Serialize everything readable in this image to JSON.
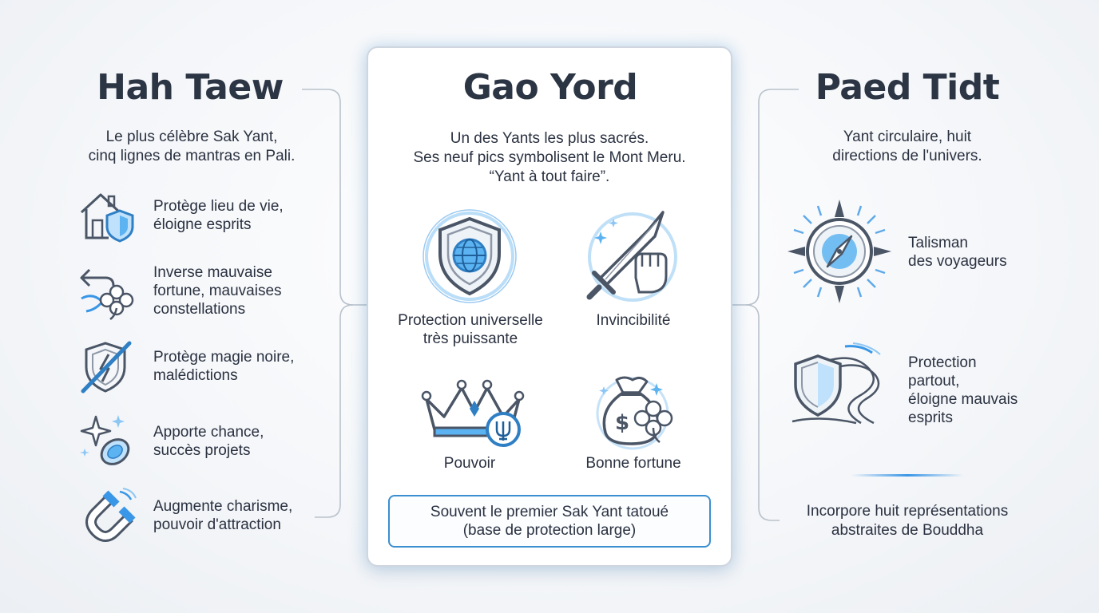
{
  "left": {
    "title": "Hah Taew",
    "subtitle_lines": [
      "Le plus célèbre Sak Yant,",
      "cinq lignes de mantras en Pali."
    ],
    "items": [
      {
        "icon": "house-shield-icon",
        "lines": [
          "Protège lieu de vie,",
          "éloigne esprits"
        ]
      },
      {
        "icon": "reverse-clover-icon",
        "lines": [
          "Inverse mauvaise",
          "fortune, mauvaises",
          "constellations"
        ]
      },
      {
        "icon": "shield-slash-icon",
        "lines": [
          "Protège magie noire,",
          "malédictions"
        ]
      },
      {
        "icon": "sparkle-coin-icon",
        "lines": [
          "Apporte chance,",
          "succès projets"
        ]
      },
      {
        "icon": "magnet-icon",
        "lines": [
          "Augmente charisme,",
          "pouvoir d'attraction"
        ]
      }
    ]
  },
  "center": {
    "title": "Gao Yord",
    "subtitle_lines": [
      "Un des Yants les plus sacrés.",
      "Ses neuf pics symbolisent le Mont Meru.",
      "“Yant à tout faire”."
    ],
    "features": [
      {
        "icon": "globe-shield-icon",
        "lines": [
          "Protection universelle",
          "très puissante"
        ]
      },
      {
        "icon": "sword-fist-icon",
        "lines": [
          "Invincibilité"
        ]
      },
      {
        "icon": "crown-icon",
        "lines": [
          "Pouvoir"
        ]
      },
      {
        "icon": "money-bag-clover-icon",
        "lines": [
          "Bonne fortune"
        ]
      }
    ],
    "note_lines": [
      "Souvent le premier Sak Yant tatoué",
      "(base de protection large)"
    ]
  },
  "right": {
    "title": "Paed Tidt",
    "subtitle_lines": [
      "Yant circulaire, huit",
      "directions de l'univers."
    ],
    "items": [
      {
        "icon": "compass-icon",
        "lines": [
          "Talisman",
          "des voyageurs"
        ]
      },
      {
        "icon": "shield-road-icon",
        "lines": [
          "Protection",
          "partout,",
          "éloigne mauvais",
          "esprits"
        ]
      }
    ],
    "footer_lines": [
      "Incorpore huit représentations",
      "abstraites de Bouddha"
    ]
  },
  "colors": {
    "accent": "#3a96e6",
    "text": "#2a3140",
    "title": "#2b3544",
    "outline": "#4a5566"
  }
}
